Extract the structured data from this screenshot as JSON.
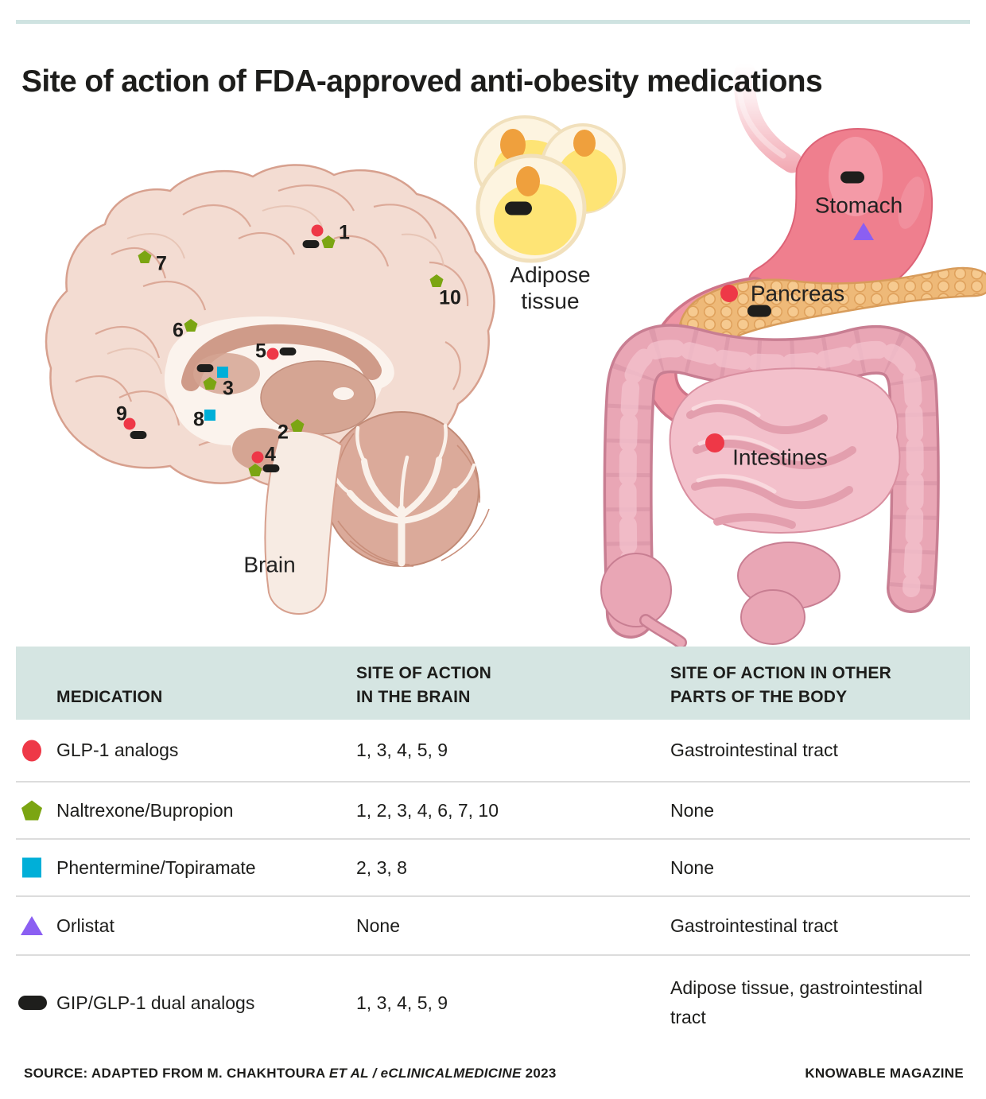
{
  "title": "Site of action of FDA-approved anti-obesity medications",
  "figure": {
    "brain_label": "Brain",
    "adipose_label": [
      "Adipose",
      "tissue"
    ],
    "stomach_label": "Stomach",
    "pancreas_label": "Pancreas",
    "intestines_label": "Intestines",
    "brain_sites": [
      {
        "number": "1"
      },
      {
        "number": "2"
      },
      {
        "number": "3"
      },
      {
        "number": "4"
      },
      {
        "number": "5"
      },
      {
        "number": "6"
      },
      {
        "number": "7"
      },
      {
        "number": "8"
      },
      {
        "number": "9"
      },
      {
        "number": "10"
      }
    ],
    "marker_shapes": {
      "glp1_analogs": "red-circle",
      "naltrexone_bupropion": "green-pentagon",
      "phentermine_topiramate": "blue-square",
      "orlistat": "purple-triangle",
      "gip_glp1_dual_analogs": "black-pill"
    }
  },
  "table": {
    "headers": {
      "medication": "MEDICATION",
      "brain": [
        "SITE OF ACTION",
        "IN THE BRAIN"
      ],
      "body": [
        "SITE OF ACTION IN OTHER",
        "PARTS OF THE BODY"
      ]
    },
    "rows": [
      {
        "icon": "red-circle",
        "medication": "GLP-1 analogs",
        "brain": "1, 3, 4, 5, 9",
        "body": "Gastrointestinal tract"
      },
      {
        "icon": "green-pentagon",
        "medication": "Naltrexone/Bupropion",
        "brain": "1, 2, 3, 4, 6, 7, 10",
        "body": "None"
      },
      {
        "icon": "blue-square",
        "medication": "Phentermine/Topiramate",
        "brain": "2, 3, 8",
        "body": "None"
      },
      {
        "icon": "purple-triangle",
        "medication": "Orlistat",
        "brain": "None",
        "body": "Gastrointestinal tract"
      },
      {
        "icon": "black-pill",
        "medication": "GIP/GLP-1 dual analogs",
        "brain": "1, 3, 4, 5, 9",
        "body": "Adipose tissue, gastrointestinal tract"
      }
    ]
  },
  "footer": {
    "source_prefix": "SOURCE: ADAPTED FROM M. CHAKHTOURA ",
    "source_italic": "ET AL / eCLINICALMEDICINE",
    "source_suffix": " 2023",
    "credit": "KNOWABLE MAGAZINE"
  },
  "colors": {
    "text": "#1d1d1b",
    "accent_bar": "#cfe3e1",
    "table_header_bg": "#d5e5e2",
    "divider": "#dcdcdc",
    "red_circle": "#ee3847",
    "green_pentagon": "#7ba512",
    "blue_square": "#00afd8",
    "purple_triangle": "#8b5ff2",
    "black_pill": "#1e1e1c"
  }
}
